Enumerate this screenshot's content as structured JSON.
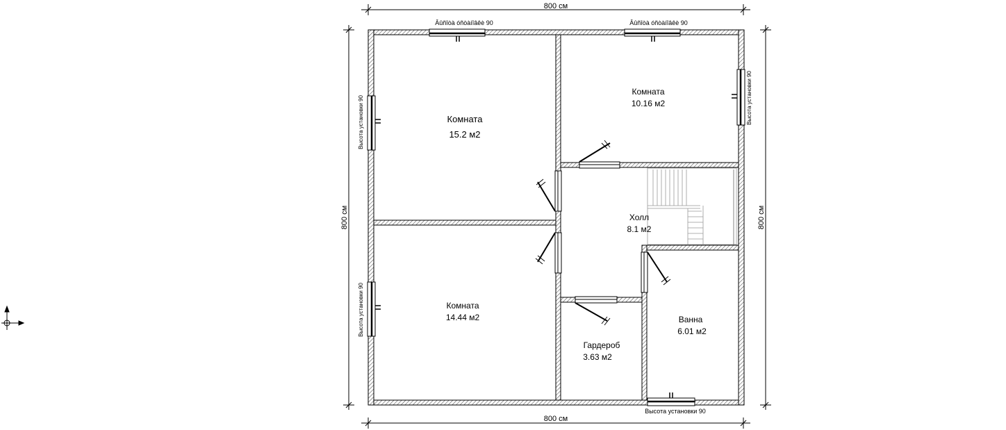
{
  "dimensions": {
    "top": "800 см",
    "bottom": "800 см",
    "left": "800 см",
    "right": "800 см"
  },
  "window_labels": {
    "top_left": "Âûñîòà óñòàíîâêè 90",
    "top_right": "Âûñîòà óñòàíîâêè 90",
    "left_upper": "Высота установки 90",
    "left_lower": "Высота установки 90",
    "right_upper": "Высота установки 90",
    "bottom": "Высота установки 90"
  },
  "rooms": {
    "room_top_left": {
      "name": "Комната",
      "area": "15.2 м2"
    },
    "room_top_right": {
      "name": "Комната",
      "area": "10.16 м2"
    },
    "room_bottom_left": {
      "name": "Комната",
      "area": "14.44 м2"
    },
    "hall": {
      "name": "Холл",
      "area": "8.1 м2"
    },
    "bathroom": {
      "name": "Ванна",
      "area": "6.01 м2"
    },
    "wardrobe": {
      "name": "Гардероб",
      "area": "3.63 м2"
    }
  }
}
